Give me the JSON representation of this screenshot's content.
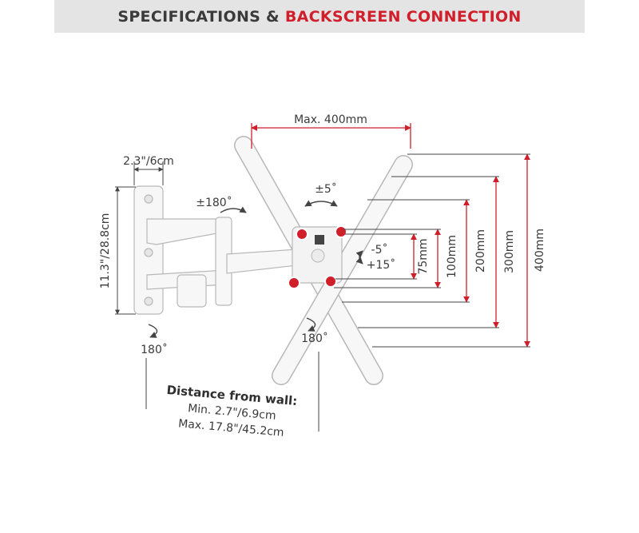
{
  "header": {
    "title_part1": "SPECIFICATIONS & ",
    "title_part2": "BACKSCREEN CONNECTION"
  },
  "colors": {
    "accent_red": "#d01f2b",
    "gray_text": "#3a3a3a",
    "banner_bg": "#e4e4e4",
    "bracket_white": "#f7f7f7",
    "bracket_outline": "#b8b8b8"
  },
  "labels": {
    "max_width": "Max. 400mm",
    "tilt": "±5˚",
    "swivel_top": "±180˚",
    "depth": "2.3\"/6cm",
    "height": "11.3\"/28.8cm",
    "tilt_minus": "-5˚",
    "tilt_plus": "+15˚",
    "rot_left": "180˚",
    "rot_right": "180˚",
    "v75": "75mm",
    "v100": "100mm",
    "v200": "200mm",
    "v300": "300mm",
    "v400": "400mm"
  },
  "distance": {
    "title": "Distance from wall:",
    "min": "Min. 2.7\"/6.9cm",
    "max": "Max. 17.8\"/45.2cm"
  }
}
